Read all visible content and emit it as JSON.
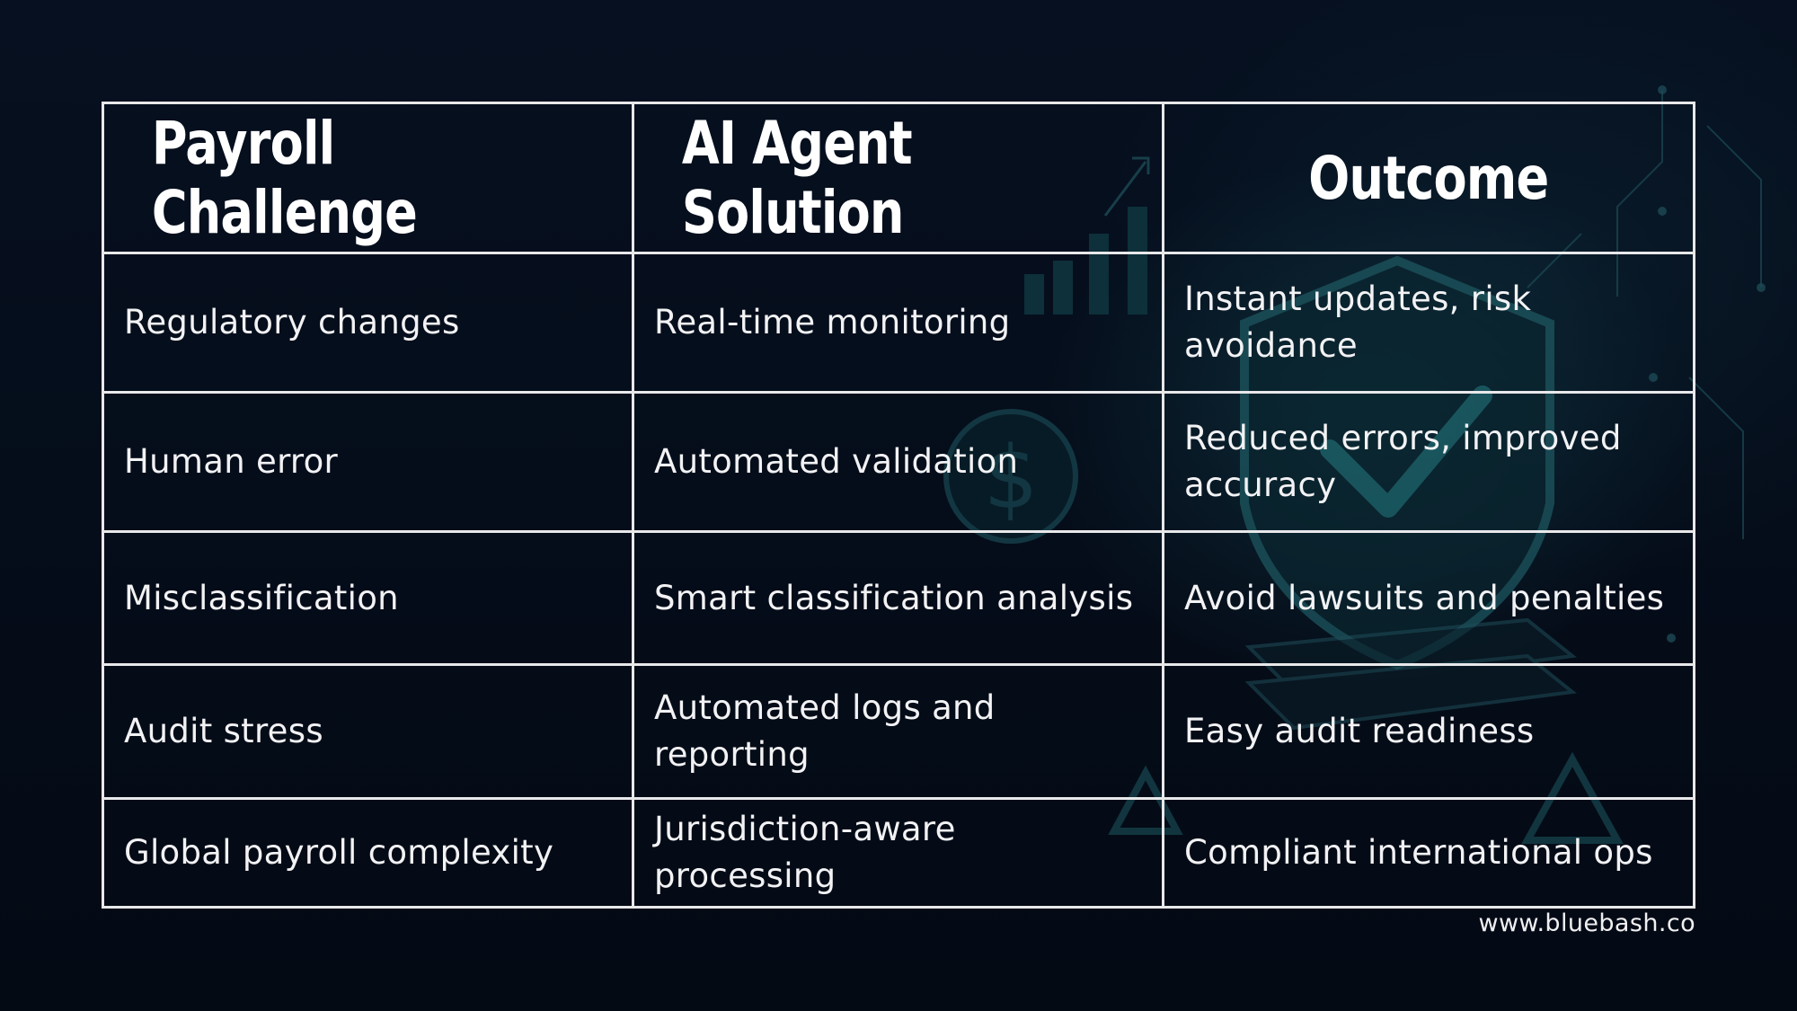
{
  "table": {
    "headers": [
      "Payroll Challenge",
      "AI Agent Solution",
      "Outcome"
    ],
    "rows": [
      [
        "Regulatory changes",
        "Real-time monitoring",
        "Instant updates, risk avoidance"
      ],
      [
        "Human error",
        "Automated validation",
        "Reduced errors, improved accuracy"
      ],
      [
        "Misclassification",
        "Smart classification analysis",
        "Avoid lawsuits and penalties"
      ],
      [
        "Audit stress",
        "Automated logs and reporting",
        "Easy audit readiness"
      ],
      [
        "Global payroll complexity",
        "Jurisdiction-aware processing",
        "Compliant international ops"
      ]
    ]
  },
  "footer": {
    "website": "www.bluebash.co"
  },
  "colors": {
    "background": "#050c18",
    "border": "#e8e8ea",
    "text": "#f2f2f4",
    "accent_glow": "#1e6a70"
  },
  "icons": [
    "dollar-coin-icon",
    "shield-check-icon",
    "bar-chart-icon",
    "warning-icon",
    "document-stack-icon"
  ]
}
